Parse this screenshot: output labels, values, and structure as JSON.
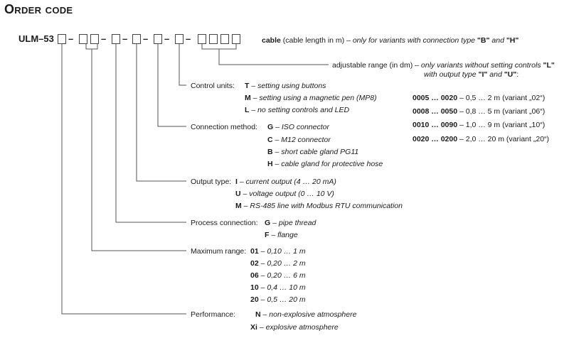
{
  "title": "Order code",
  "code": {
    "prefix": "ULM–53",
    "dash": "–"
  },
  "cable": {
    "key": "cable",
    "desc": "(cable length in m)",
    "note": " – only for variants with connection type ",
    "b": "\"B\"",
    "and": " and ",
    "h": "\"H\""
  },
  "adjustable": {
    "line1_desc": "adjustable range (in dm)",
    "line1_note": " – only variants without setting controls ",
    "line1_l": "\"L\"",
    "line2_note": "with output type ",
    "line2_i": "\"I\"",
    "line2_and": " and ",
    "line2_u": "\"U\"",
    "line2_end": ":"
  },
  "ranges": [
    {
      "code": "0005 … 0020",
      "desc": " – 0,5 … 2 m (variant „02“)"
    },
    {
      "code": "0008 … 0050",
      "desc": " – 0,8 … 5 m (variant „06“)"
    },
    {
      "code": "0010 … 0090",
      "desc": " – 1,0 … 9 m (variant „10“)"
    },
    {
      "code": "0020 … 0200",
      "desc": " – 2,0 … 20 m (variant „20“)"
    }
  ],
  "control": {
    "label": "Control units:",
    "opts": [
      {
        "code": "T",
        "desc": " – setting using buttons"
      },
      {
        "code": "M",
        "desc": " – setting using a magnetic pen (MP8)"
      },
      {
        "code": "L",
        "desc": " – no setting controls and LED"
      }
    ]
  },
  "connection": {
    "label": "Connection method:",
    "opts": [
      {
        "code": "G",
        "desc": " – ISO connector"
      },
      {
        "code": "C",
        "desc": " – M12 connector"
      },
      {
        "code": "B",
        "desc": " – short cable gland PG11"
      },
      {
        "code": "H",
        "desc": " – cable gland for protective hose"
      }
    ]
  },
  "output": {
    "label": "Output type:",
    "opts": [
      {
        "code": "I",
        "desc": " – current output (4 … 20 mA)"
      },
      {
        "code": "U",
        "desc": " – voltage output (0 … 10 V)"
      },
      {
        "code": "M",
        "desc": " – RS-485 line with Modbus RTU communication"
      }
    ]
  },
  "process": {
    "label": "Process connection:",
    "opts": [
      {
        "code": "G",
        "desc": " – pipe thread"
      },
      {
        "code": "F",
        "desc": " – flange"
      }
    ]
  },
  "maxrange": {
    "label": "Maximum range:",
    "opts": [
      {
        "code": "01",
        "desc": " – 0,10 … 1 m"
      },
      {
        "code": "02",
        "desc": " – 0,20 … 2 m"
      },
      {
        "code": "06",
        "desc": " – 0,20 … 6 m"
      },
      {
        "code": "10",
        "desc": " – 0,4 … 10 m"
      },
      {
        "code": "20",
        "desc": " – 0,5 … 20 m"
      }
    ]
  },
  "performance": {
    "label": "Performance:",
    "opts": [
      {
        "code": "N",
        "desc": " – non-explosive atmosphere"
      },
      {
        "code": "Xi",
        "desc": " – explosive atmosphere"
      }
    ]
  }
}
